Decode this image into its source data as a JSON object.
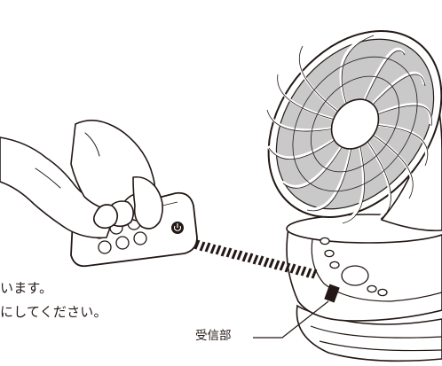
{
  "captions": {
    "line1": "います。",
    "line2": "にしてください。"
  },
  "labels": {
    "receiver": "受信部"
  },
  "colors": {
    "ink": "#231815",
    "blade_fill": "#c9c9c9",
    "background": "#ffffff"
  },
  "icons": {
    "remote_power": "power-icon"
  }
}
